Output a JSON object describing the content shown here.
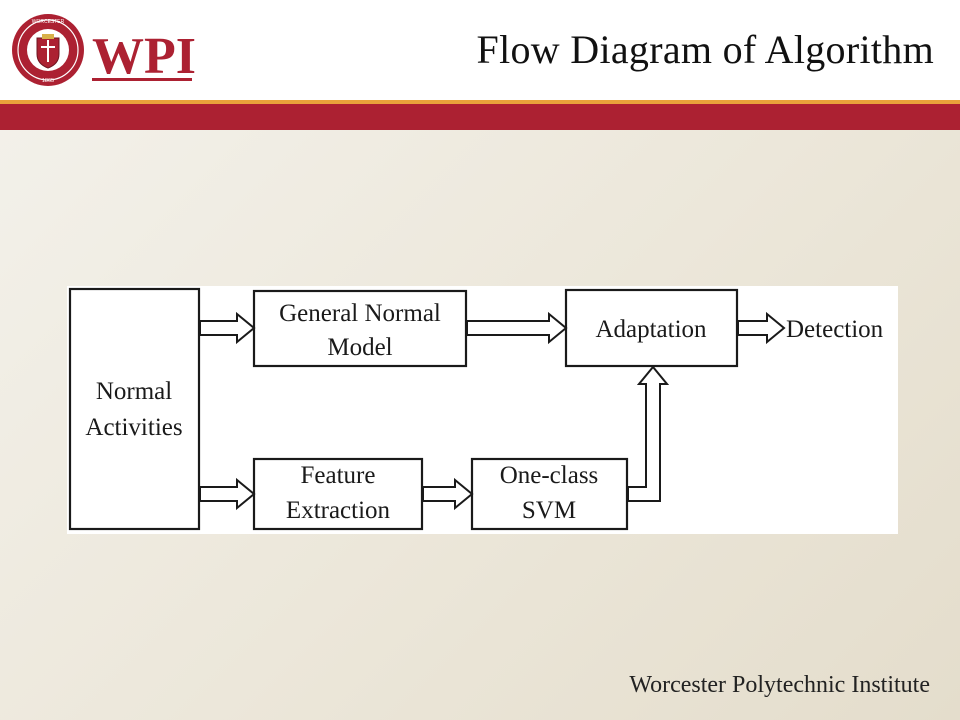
{
  "slide": {
    "title": "Flow Diagram of Algorithm",
    "footer": "Worcester Polytechnic Institute"
  },
  "logo": {
    "text": "WPI",
    "seal_text": "WORCESTER POLYTECHNIC INSTITUTE",
    "seal_year": "1865"
  },
  "diagram": {
    "nodes": {
      "normal_activities": [
        "Normal",
        "Activities"
      ],
      "general_normal_model": [
        "General Normal",
        "Model"
      ],
      "adaptation": [
        "Adaptation"
      ],
      "feature_extraction": [
        "Feature",
        "Extraction"
      ],
      "one_class_svm": [
        "One-class",
        "SVM"
      ],
      "detection": [
        "Detection"
      ]
    }
  },
  "colors": {
    "brand_red": "#ac2132",
    "accent_orange": "#e9a23b",
    "background": "#ece7da"
  }
}
